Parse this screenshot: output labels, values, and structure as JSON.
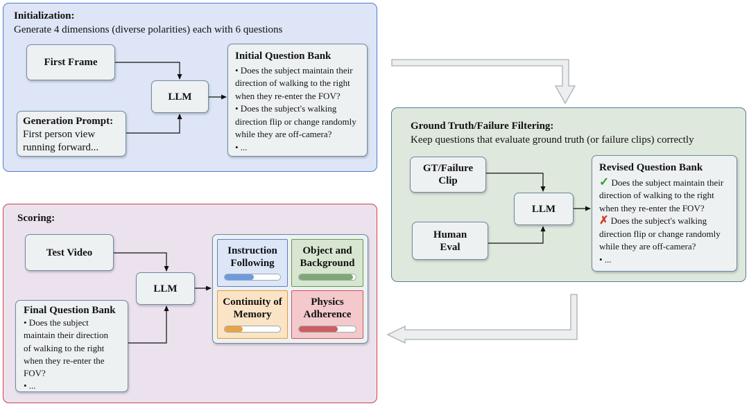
{
  "initialization": {
    "title": "Initialization:",
    "subtitle": "Generate 4 dimensions (diverse polarities) each with 6 questions",
    "first_frame": "First Frame",
    "llm": "LLM",
    "generation_prompt_title": "Generation Prompt:",
    "generation_prompt_lines": [
      "First person view",
      "running forward..."
    ],
    "bank_title": "Initial Question Bank",
    "bank_lines": [
      "• Does the subject maintain their",
      "direction of walking to the right",
      "when they re-enter the FOV?",
      "• Does the subject's walking",
      "direction flip or change randomly",
      "while they are off-camera?",
      "• ..."
    ]
  },
  "filtering": {
    "title": "Ground Truth/Failure Filtering:",
    "subtitle": "Keep questions that evaluate ground truth (or failure clips) correctly",
    "clip_lines": [
      "GT/Failure",
      "Clip"
    ],
    "human_lines": [
      "Human",
      "Eval"
    ],
    "llm": "LLM",
    "bank_title": "Revised Question Bank",
    "check_mark": "✓",
    "cross_mark": "✗",
    "bank_q1_first": "Does the subject maintain their",
    "bank_q1_rest": [
      "direction of walking to the right",
      "when they re-enter the FOV?"
    ],
    "bank_q2_first": "Does the subject's walking",
    "bank_q2_rest": [
      "direction flip or change randomly",
      "while they are off-camera?"
    ],
    "bank_more": "• ..."
  },
  "scoring": {
    "title": "Scoring:",
    "test_video": "Test Video",
    "llm": "LLM",
    "final_bank_title": "Final Question Bank",
    "final_bank_lines": [
      "• Does the subject",
      "maintain their direction",
      "of walking to the right",
      "when they re-enter the",
      "FOV?",
      "• ..."
    ],
    "metrics": [
      {
        "lines": [
          "Instruction",
          "Following"
        ],
        "fill_fraction": 0.52,
        "bg": "#dce6f7",
        "border": "#5b7fc6",
        "bar": "#6f9ae0"
      },
      {
        "lines": [
          "Object and",
          "Background"
        ],
        "fill_fraction": 0.95,
        "bg": "#d8e5d0",
        "border": "#5e9a4e",
        "bar": "#7fa872"
      },
      {
        "lines": [
          "Continuity of",
          "Memory"
        ],
        "fill_fraction": 0.32,
        "bg": "#fbe3c6",
        "border": "#e39a3d",
        "bar": "#e8a444"
      },
      {
        "lines": [
          "Physics",
          "Adherence"
        ],
        "fill_fraction": 0.68,
        "bg": "#f3c9cc",
        "border": "#cc5258",
        "bar": "#cf5c63"
      }
    ]
  },
  "colors": {
    "init_panel_bg": "#dde5f6",
    "init_panel_border": "#4c7cd6",
    "filter_panel_bg": "#dfe8dc",
    "filter_panel_border": "#577a99",
    "score_panel_bg": "#ece2ee",
    "score_panel_border": "#c9433f"
  }
}
